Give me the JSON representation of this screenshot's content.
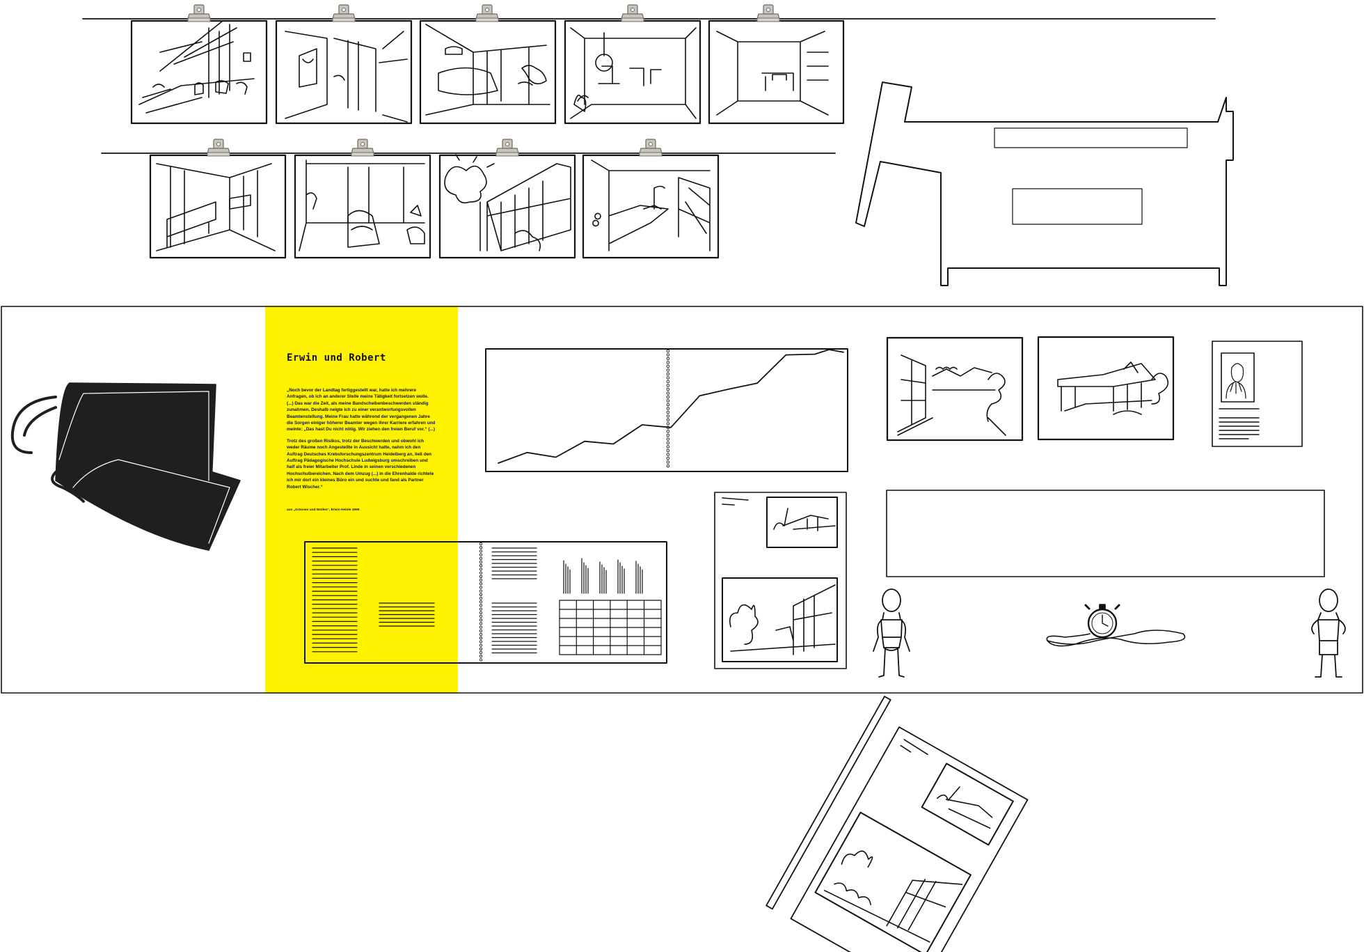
{
  "panel": {
    "title": "Erwin und Robert",
    "paragraph_1": "„Noch bevor der Landtag fertiggestellt war, hatte ich mehrere Anfragen, ob ich an anderer Stelle meine Tätigkeit fortsetzen wolle. (...) Das war die Zeit, als meine Bandscheibenbeschwerden ständig zunahmen. Deshalb neigte ich zu einer verantwortungsvollen Beamtenstellung. Meine Frau hatte während der vergangenen Jahre die Sorgen einiger höherer Beamter wegen ihrer Karriere erfahren und meinte: „Das hast Du nicht nötig. Wir ziehen den freien Beruf vor.“ (...)",
    "paragraph_2": "Trotz des großen Risikos, trotz der Beschwerden und obwohl ich weder Räume noch Angestellte in Aussicht hatte, nahm ich den Auftrag Deutsches Krebsforschungszentrum Heidelberg an, ließ den Auftrag Pädagogische Hochschule Ludwigsburg umschreiben und half als freier Mitarbeiter Prof. Linde in seinen verschiedenen Hochschulbereichen. Nach dem Umzug (...) in die Ehrenhalde richtete ich mir dort ein kleines Büro ein und suchte und fand als Partner Robert Wischer.“",
    "source": "aus „Grüssen und Wollen“, Erwin Heinle 1999"
  },
  "colors": {
    "yellow": "#fff200",
    "ink": "#111111",
    "clip": "#c9c5bd",
    "clip_outline": "#6f6b64"
  },
  "icons": [
    "clip-icon",
    "swim-fins-icon",
    "stopwatch-icon",
    "boy-figure-icon",
    "portrait-icon"
  ],
  "timeline_chart": {
    "line_points": [
      [
        0,
        0
      ],
      [
        1,
        1.6
      ],
      [
        2,
        0.9
      ],
      [
        3,
        3.3
      ],
      [
        4,
        2.9
      ],
      [
        5,
        5.8
      ],
      [
        6,
        5.4
      ],
      [
        7,
        10.2
      ],
      [
        8,
        11.2
      ],
      [
        9,
        12.1
      ],
      [
        10,
        16.4
      ],
      [
        11,
        16.5
      ],
      [
        11.5,
        17.2
      ],
      [
        12,
        16.8
      ]
    ],
    "divider_at": 5.9,
    "x_range": [
      0,
      12
    ],
    "y_range": [
      0,
      17.2
    ]
  },
  "sketch_gallery": {
    "row_1_count": 5,
    "row_2_count": 4
  }
}
